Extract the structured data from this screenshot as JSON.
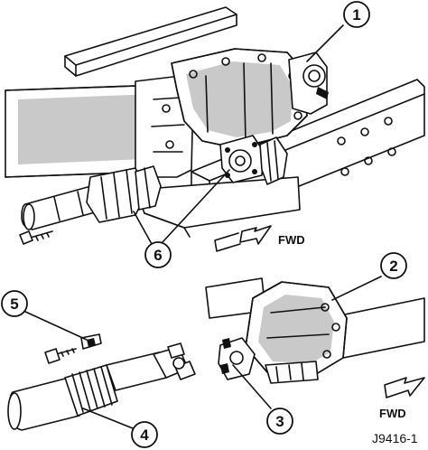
{
  "callouts": {
    "c1": "1",
    "c2": "2",
    "c3": "3",
    "c4": "4",
    "c5": "5",
    "c6": "6"
  },
  "arrows": {
    "top_fwd": "FWD",
    "bottom_fwd": "FWD"
  },
  "figure_id": "J9416-1"
}
